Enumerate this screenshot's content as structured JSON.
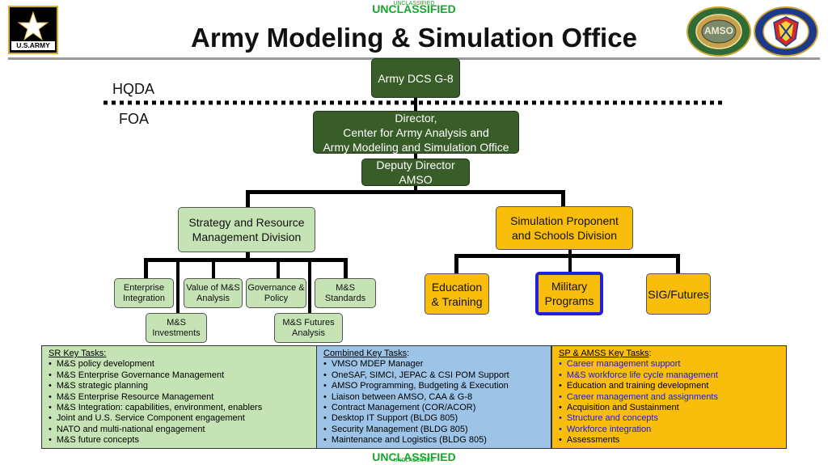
{
  "classification": {
    "top": "UNCLASSIFIED",
    "bottom": "UNCLASSIFIED"
  },
  "header": {
    "title": "Army Modeling & Simulation Office",
    "logo_text": "U.S.ARMY",
    "seal_left_text": "AMSO"
  },
  "levels": {
    "upper": "HQDA",
    "lower": "FOA"
  },
  "org": {
    "dcs": "Army DCS G-8",
    "director": [
      "Director,",
      "Center for Army Analysis and",
      "Army Modeling and Simulation Office"
    ],
    "deputy": [
      "Deputy Director",
      "AMSO"
    ],
    "srmd": [
      "Strategy and Resource",
      "Management Division"
    ],
    "spsd": [
      "Simulation Proponent",
      "and Schools Division"
    ],
    "srmd_units": {
      "enterprise": [
        "Enterprise",
        "Integration"
      ],
      "value": [
        "Value of M&S",
        "Analysis"
      ],
      "governance": [
        "Governance &",
        "Policy"
      ],
      "standards": [
        "M&S",
        "Standards"
      ],
      "investments": [
        "M&S",
        "Investments"
      ],
      "futures": [
        "M&S Futures",
        "Analysis"
      ]
    },
    "spsd_units": {
      "education": [
        "Education",
        "& Training"
      ],
      "military": [
        "Military",
        "Programs"
      ],
      "sig": "SIG/Futures"
    }
  },
  "tasks": {
    "sr": {
      "heading": "SR Key Tasks:",
      "items": [
        "M&S policy development",
        "M&S Enterprise Governance Management",
        "M&S strategic planning",
        "M&S Enterprise Resource Management",
        "M&S Integration: capabilities, environment, enablers",
        "Joint and U.S. Service Component engagement",
        "NATO and multi-national engagement",
        "M&S future concepts"
      ]
    },
    "combined": {
      "heading": "Combined Key Tasks",
      "heading_suffix": ":",
      "items": [
        "VMSO MDEP Manager",
        "OneSAF, SIMCI, JEPAC & CSI POM Support",
        "AMSO Programming, Budgeting & Execution",
        "Liaison between AMSO, CAA & G-8",
        "Contract Management (COR/ACOR)",
        "Desktop IT Support (BLDG 805)",
        "Security Management (BLDG 805)",
        "Maintenance and Logistics (BLDG 805)"
      ]
    },
    "sp": {
      "heading": "SP & AMSS Key Tasks",
      "heading_suffix": ":",
      "items": [
        "Career management support",
        "M&S workforce life cycle management",
        "Education and training development",
        "Career management and assignments",
        "Acquisition and Sustainment",
        "Structure and concepts",
        "Workforce integration",
        "Assessments"
      ]
    }
  },
  "colors": {
    "dark_green": "#385d28",
    "light_green": "#c6e3b5",
    "gold": "#f9bd0c",
    "light_blue": "#9dc3e6",
    "highlight_border": "#1f22d6",
    "classification": "#16a62a"
  }
}
